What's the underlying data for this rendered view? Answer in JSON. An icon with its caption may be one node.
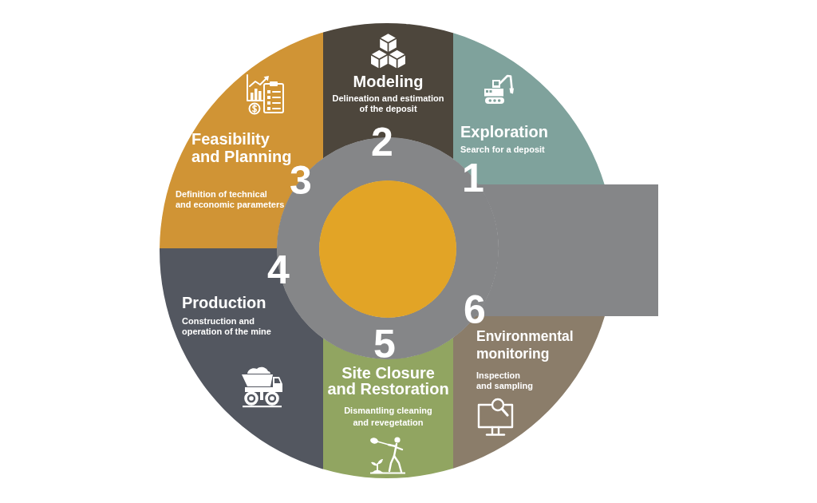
{
  "diagram": {
    "nodes": [
      {
        "text": [
          "Exploration",
          "Search for a deposit",
          "1"
        ]
      },
      {
        "text": [
          "Modeling",
          "Delineation and estimation of the deposit",
          "2"
        ]
      },
      {
        "text": [
          "Feasibility and Planning",
          "3",
          "Definition of technical and economic parameters"
        ]
      },
      {
        "text": [
          "4",
          "Production",
          "Construction and operation of the mine"
        ]
      },
      {
        "text": [
          "5",
          "Site Closure and Restoration",
          "Dismantling cleaning and revegetation"
        ]
      },
      {
        "text": [
          "Environmental monitoring",
          "Inspection and sampling"
        ],
        "beside": [
          "6"
        ]
      },
      {
        "text": [],
        "shape": "circle"
      },
      {
        "text": [],
        "shape": "circle",
        "in": 6
      },
      {
        "text": [],
        "shape": "box"
      }
    ]
  }
}
